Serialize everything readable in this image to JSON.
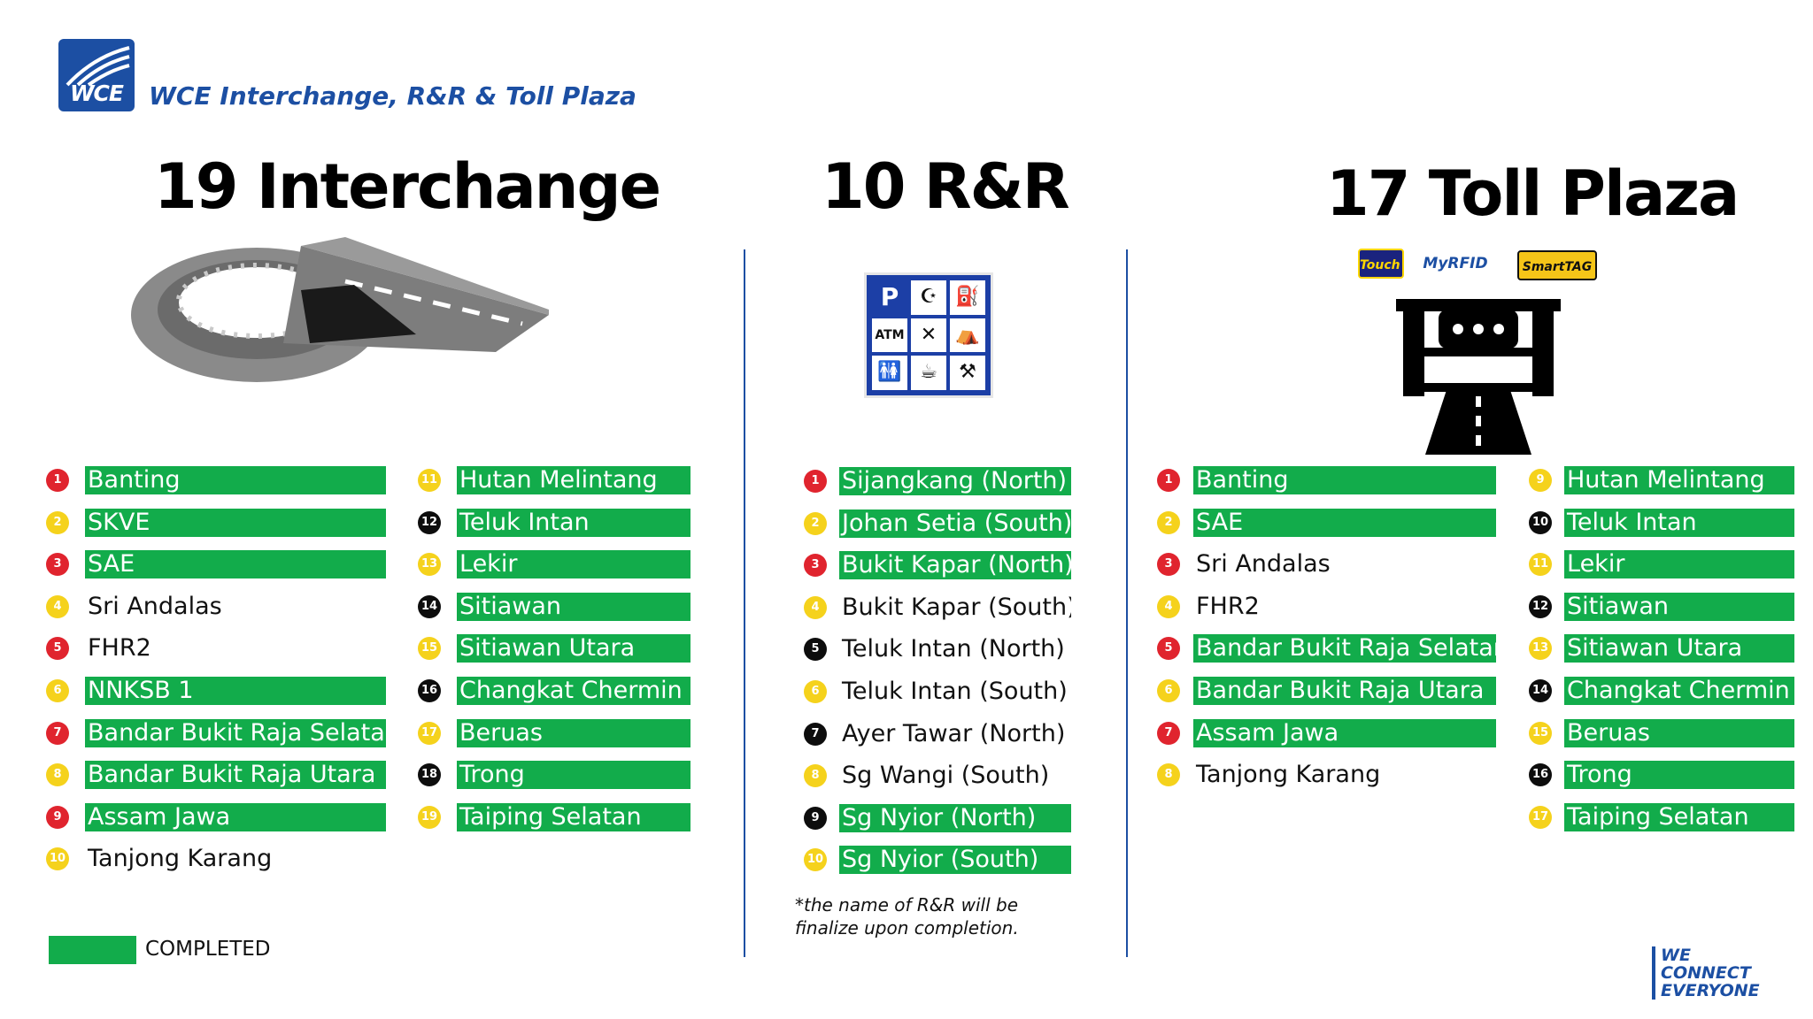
{
  "header": {
    "logo_text": "WCE",
    "title": "WCE Interchange, R&R & Toll Plaza"
  },
  "sections": {
    "interchange": {
      "title": "19 Interchange",
      "col1": [
        {
          "n": "1",
          "label": "Banting",
          "done": true,
          "badge": "red"
        },
        {
          "n": "2",
          "label": "SKVE",
          "done": true,
          "badge": "yel"
        },
        {
          "n": "3",
          "label": "SAE",
          "done": true,
          "badge": "red"
        },
        {
          "n": "4",
          "label": "Sri Andalas",
          "done": false,
          "badge": "yel"
        },
        {
          "n": "5",
          "label": "FHR2",
          "done": false,
          "badge": "red"
        },
        {
          "n": "6",
          "label": "NNKSB 1",
          "done": true,
          "badge": "yel"
        },
        {
          "n": "7",
          "label": "Bandar Bukit Raja Selatan",
          "done": true,
          "badge": "red"
        },
        {
          "n": "8",
          "label": "Bandar Bukit Raja Utara",
          "done": true,
          "badge": "yel"
        },
        {
          "n": "9",
          "label": "Assam Jawa",
          "done": true,
          "badge": "red"
        },
        {
          "n": "10",
          "label": "Tanjong Karang",
          "done": false,
          "badge": "yel"
        }
      ],
      "col2": [
        {
          "n": "11",
          "label": "Hutan Melintang",
          "done": true,
          "badge": "yel"
        },
        {
          "n": "12",
          "label": "Teluk Intan",
          "done": true,
          "badge": "blk"
        },
        {
          "n": "13",
          "label": "Lekir",
          "done": true,
          "badge": "yel"
        },
        {
          "n": "14",
          "label": "Sitiawan",
          "done": true,
          "badge": "blk"
        },
        {
          "n": "15",
          "label": "Sitiawan Utara",
          "done": true,
          "badge": "yel"
        },
        {
          "n": "16",
          "label": "Changkat Chermin",
          "done": true,
          "badge": "blk"
        },
        {
          "n": "17",
          "label": "Beruas",
          "done": true,
          "badge": "yel"
        },
        {
          "n": "18",
          "label": "Trong",
          "done": true,
          "badge": "blk"
        },
        {
          "n": "19",
          "label": "Taiping Selatan",
          "done": true,
          "badge": "yel"
        }
      ]
    },
    "rnr": {
      "title": "10 R&R",
      "items": [
        {
          "n": "1",
          "label": "Sijangkang (North)",
          "done": true,
          "badge": "red"
        },
        {
          "n": "2",
          "label": "Johan Setia (South)",
          "done": true,
          "badge": "yel"
        },
        {
          "n": "3",
          "label": "Bukit Kapar (North)",
          "done": true,
          "badge": "red"
        },
        {
          "n": "4",
          "label": "Bukit Kapar (South)",
          "done": false,
          "badge": "yel"
        },
        {
          "n": "5",
          "label": "Teluk Intan (North)",
          "done": false,
          "badge": "blk"
        },
        {
          "n": "6",
          "label": "Teluk Intan (South)",
          "done": false,
          "badge": "yel"
        },
        {
          "n": "7",
          "label": "Ayer Tawar (North)",
          "done": false,
          "badge": "blk"
        },
        {
          "n": "8",
          "label": "Sg Wangi (South)",
          "done": false,
          "badge": "yel"
        },
        {
          "n": "9",
          "label": "Sg Nyior (North)",
          "done": true,
          "badge": "blk"
        },
        {
          "n": "10",
          "label": "Sg Nyior (South)",
          "done": true,
          "badge": "yel"
        }
      ],
      "note": "*the name of R&R will be finalize upon completion.",
      "icon_cells": [
        "P",
        "",
        "",
        "ATM",
        "",
        "",
        "",
        "",
        ""
      ]
    },
    "toll": {
      "title": "17 Toll Plaza",
      "tags": {
        "tng": "Touch n Go",
        "myrfid": "MyRFID",
        "smarttag": "SmartTAG"
      },
      "col1": [
        {
          "n": "1",
          "label": "Banting",
          "done": true,
          "badge": "red"
        },
        {
          "n": "2",
          "label": "SAE",
          "done": true,
          "badge": "yel"
        },
        {
          "n": "3",
          "label": "Sri Andalas",
          "done": false,
          "badge": "red"
        },
        {
          "n": "4",
          "label": "FHR2",
          "done": false,
          "badge": "yel"
        },
        {
          "n": "5",
          "label": "Bandar Bukit Raja Selatan",
          "done": true,
          "badge": "red"
        },
        {
          "n": "6",
          "label": "Bandar Bukit Raja Utara",
          "done": true,
          "badge": "yel"
        },
        {
          "n": "7",
          "label": "Assam Jawa",
          "done": true,
          "badge": "red"
        },
        {
          "n": "8",
          "label": "Tanjong Karang",
          "done": false,
          "badge": "yel"
        }
      ],
      "col2": [
        {
          "n": "9",
          "label": "Hutan Melintang",
          "done": true,
          "badge": "yel"
        },
        {
          "n": "10",
          "label": "Teluk Intan",
          "done": true,
          "badge": "blk"
        },
        {
          "n": "11",
          "label": "Lekir",
          "done": true,
          "badge": "yel"
        },
        {
          "n": "12",
          "label": "Sitiawan",
          "done": true,
          "badge": "blk"
        },
        {
          "n": "13",
          "label": "Sitiawan Utara",
          "done": true,
          "badge": "yel"
        },
        {
          "n": "14",
          "label": "Changkat Chermin",
          "done": true,
          "badge": "blk"
        },
        {
          "n": "15",
          "label": "Beruas",
          "done": true,
          "badge": "yel"
        },
        {
          "n": "16",
          "label": "Trong",
          "done": true,
          "badge": "blk"
        },
        {
          "n": "17",
          "label": "Taiping Selatan",
          "done": true,
          "badge": "yel"
        }
      ]
    }
  },
  "legend": {
    "label": "COMPLETED"
  },
  "footer": {
    "line1": "WE",
    "line2": "CONNECT",
    "line3": "EVERYONE"
  },
  "colors": {
    "completed": "#12ac4b",
    "brand": "#1c4fa3",
    "red": "#e0242e",
    "yellow": "#f5d21c"
  }
}
